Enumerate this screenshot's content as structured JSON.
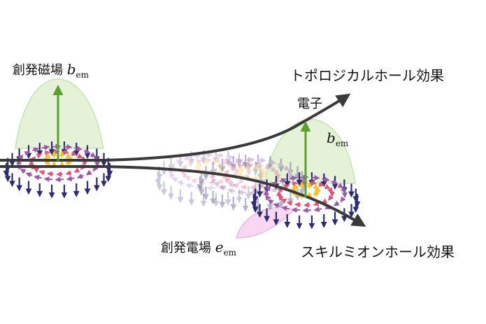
{
  "labels": {
    "emergent_magnetic_field": "創発磁場",
    "emergent_magnetic_field_symbol": "b",
    "emergent_magnetic_field_sub": "em",
    "electron": "電子",
    "topological_hall_effect": "トポロジカルホール効果",
    "b_em_symbol": "b",
    "b_em_sub": "em",
    "emergent_electric_field": "創発電場",
    "emergent_electric_field_symbol": "e",
    "emergent_electric_field_sub": "em",
    "skyrmion_hall_effect": "スキルミオンホール効果"
  },
  "colors": {
    "field_arrow": "#5aa02c",
    "field_dome": "#cfe8b8",
    "electric_lobe": "#f3c6ec",
    "trajectory": "#3a3a3a",
    "outer_spin": "#2c2c6e",
    "mid_spin": "#9a5aa8",
    "inner_spin": "#d8587a",
    "core_spin": "#f2c230"
  }
}
